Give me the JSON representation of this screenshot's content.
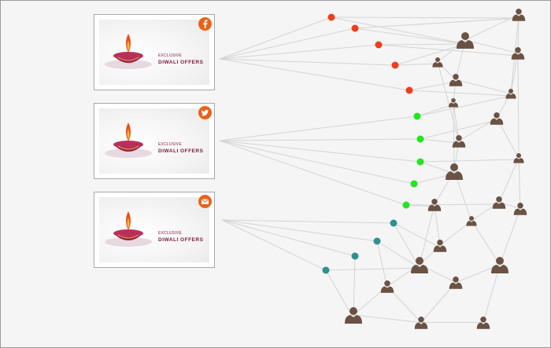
{
  "cards": [
    {
      "line1": "EXCLUSIVE",
      "line2": "DIWALI OFFERS",
      "channel_icon": "facebook-icon",
      "badge_color": "#e8621a"
    },
    {
      "line1": "EXCLUSIVE",
      "line2": "DIWALI OFFERS",
      "channel_icon": "twitter-icon",
      "badge_color": "#e8621a"
    },
    {
      "line1": "EXCLUSIVE",
      "line2": "DIWALI OFFERS",
      "channel_icon": "mail-icon",
      "badge_color": "#e8621a"
    }
  ],
  "channel_colors": {
    "facebook": "#ee3d1d",
    "twitter": "#22e61f",
    "mail": "#2e9190"
  },
  "person_icon_color": "#6b5244",
  "edge_color": "#d4d4d4",
  "card_border_color": "#a8a8a8"
}
